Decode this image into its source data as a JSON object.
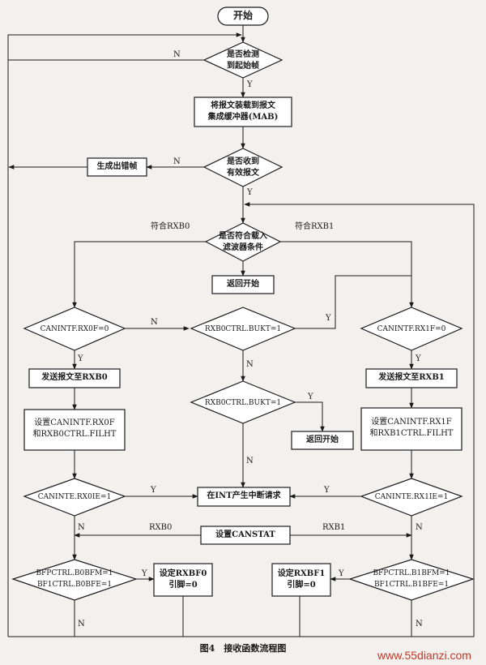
{
  "nodes": {
    "start": "开始",
    "d_frame": [
      "是否检测",
      "到起始帧"
    ],
    "load_mab": [
      "将报文装载到报文",
      "集成缓冲器(MAB)"
    ],
    "d_valid": [
      "是否收到",
      "有效报文"
    ],
    "gen_error": "生成出错帧",
    "d_filter": [
      "是否符合载入",
      "滤波器条件"
    ],
    "return1": "返回开始",
    "d_rx0if": "CANINTF.RX0F=0",
    "d_bukt1": "RXB0CTRL.BUKT=1",
    "d_rx1if": "CANINTF.RX1F=0",
    "send_rxb0": "发送报文至RXB0",
    "send_rxb1": "发送报文至RXB1",
    "d_bukt2": "RXB0CTRL.BUKT=1",
    "set_rxb0": [
      "设置CANINTF.RX0F",
      "和RXB0CTRL.FILHT"
    ],
    "set_rxb1": [
      "设置CANINTF.RX1F",
      "和RXB1CTRL.FILHT"
    ],
    "return2": "返回开始",
    "d_rx0ie": "CANINTE.RX0IE=1",
    "int_req": "在INT产生中断请求",
    "d_rx1ie": "CANINTE.RX1IE=1",
    "canstat": "设置CANSTAT",
    "d_bfpl": [
      "BFPCTRL.B0BFM=1",
      "BF1CTRL.B0BFE=1"
    ],
    "set_bf0": [
      "设定RXBF0",
      "引脚=0"
    ],
    "set_bf1": [
      "设定RXBF1",
      "引脚=0"
    ],
    "d_bfpr": [
      "BFPCTRL.B1BFM=1",
      "BF1CTRL.B1BFE=1"
    ]
  },
  "edge_labels": {
    "yes": "Y",
    "no": "N",
    "match_rxb0": "符合RXB0",
    "match_rxb1": "符合RXB1",
    "rxb0": "RXB0",
    "rxb1": "RXB1"
  },
  "caption": "图4　接收函数流程图",
  "watermark": "www.55dianzi.com"
}
